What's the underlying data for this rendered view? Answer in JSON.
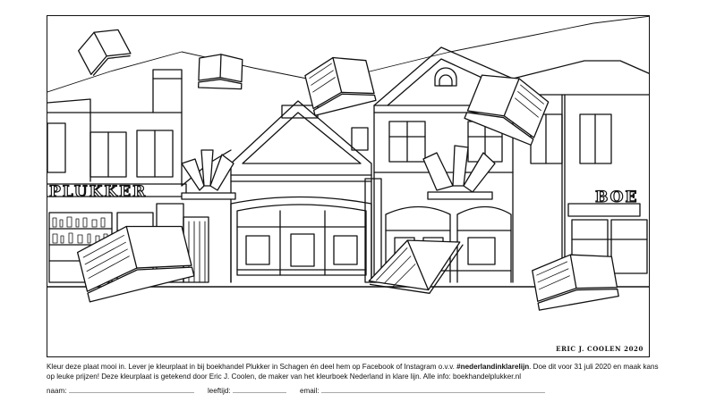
{
  "signage": {
    "left_store_sign": "PLUKKER",
    "right_store_sign": "BOE"
  },
  "illustration": {
    "credit": "ERIC J. COOLEN 2020"
  },
  "instructions": {
    "part1": "Kleur deze plaat mooi in. Lever je kleurplaat in bij boekhandel Plukker in Schagen én deel hem op Facebook of Instagram o.v.v. ",
    "hashtag": "#nederlandinklarelijn",
    "part2": ". Doe dit voor 31 juli 2020 en maak kans op leuke prijzen! Deze kleurplaat is getekend door Eric J. Coolen, de maker van het kleurboek Nederland in klare lijn. Alle info: boekhandelplukker.nl"
  },
  "form": {
    "name_label": "naam:",
    "age_label": "leeftijd:",
    "email_label": "email:"
  }
}
